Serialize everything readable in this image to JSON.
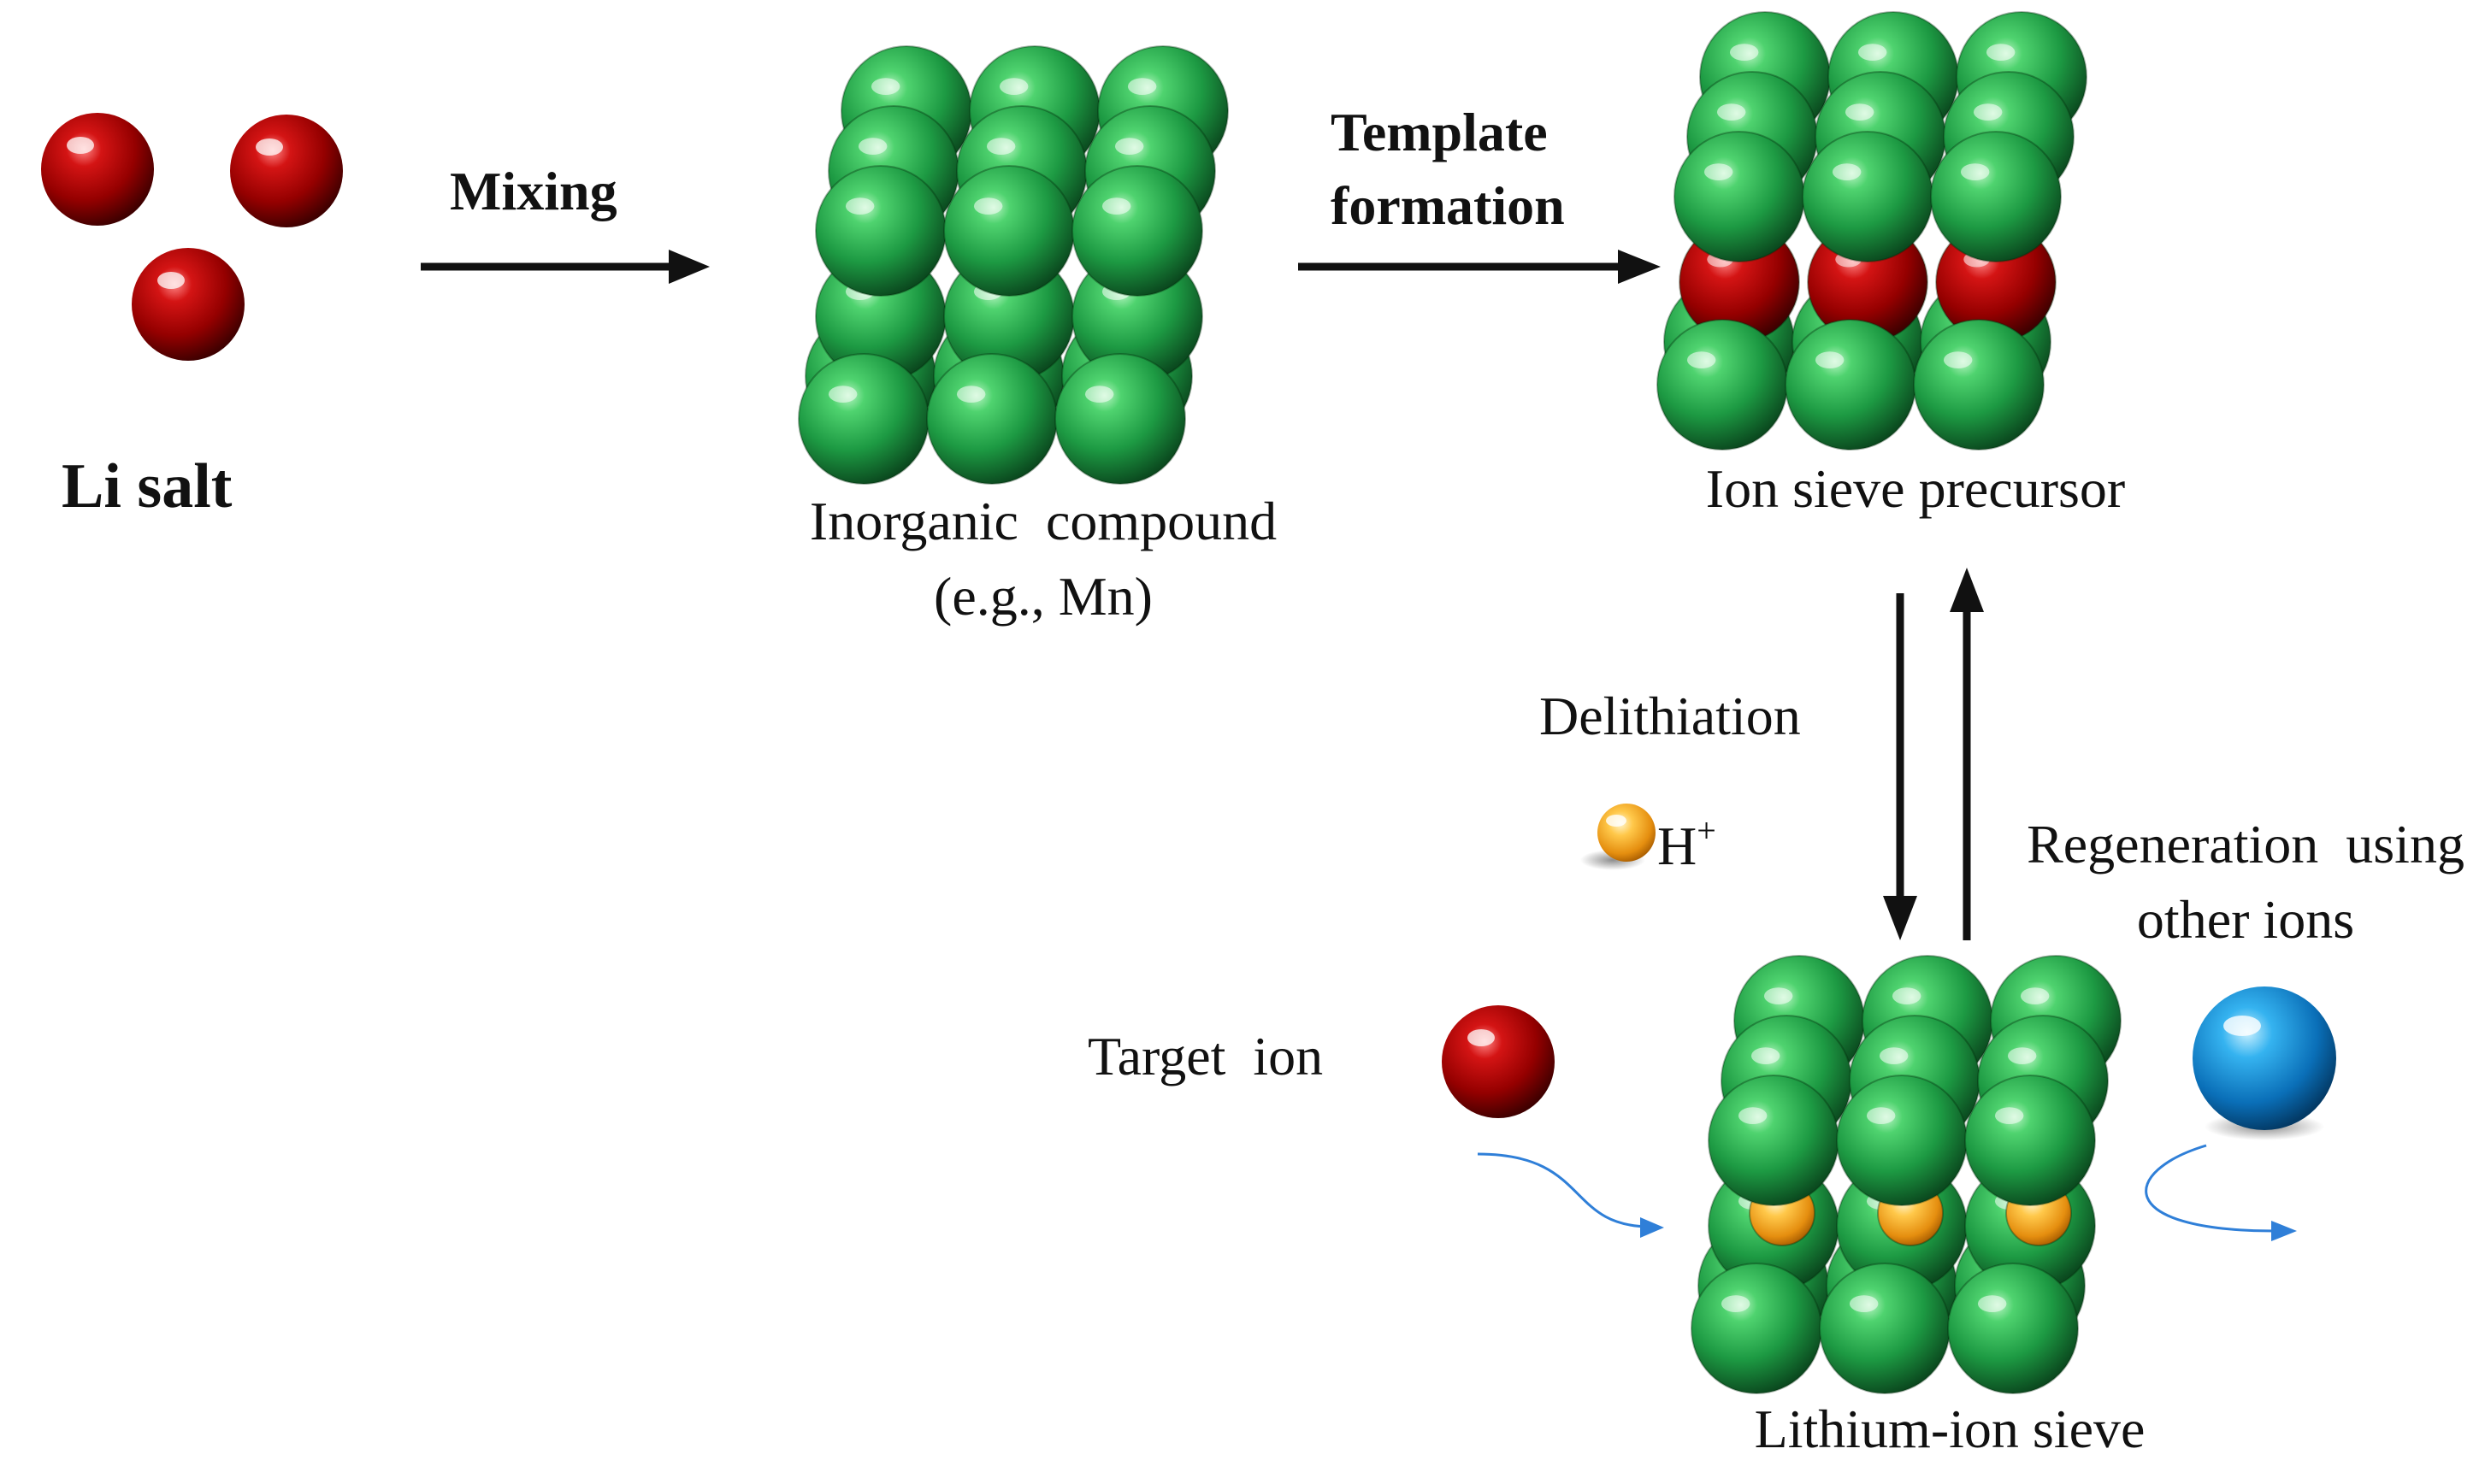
{
  "labels": {
    "li_salt": "Li salt",
    "mixing": "Mixing",
    "template_line1": "Template",
    "template_line2": "formation",
    "inorganic_line1": "Inorganic  compound",
    "inorganic_line2": "(e.g., Mn)",
    "precursor": "Ion sieve precursor",
    "delithiation": "Delithiation",
    "h_ion": "H",
    "h_charge": "+",
    "regen_line1": "Regeneration  using",
    "regen_line2": "other ions",
    "target_ion": "Target  ion",
    "lithium_sieve": "Lithium-ion sieve"
  },
  "colors": {
    "li_ion": "#b30000",
    "framework": "#1fa84a",
    "h_ion": "#f5a623",
    "other_ion": "#1f8fd6",
    "arrow": "#111111",
    "flow_arrow": "#2f7fd8"
  }
}
